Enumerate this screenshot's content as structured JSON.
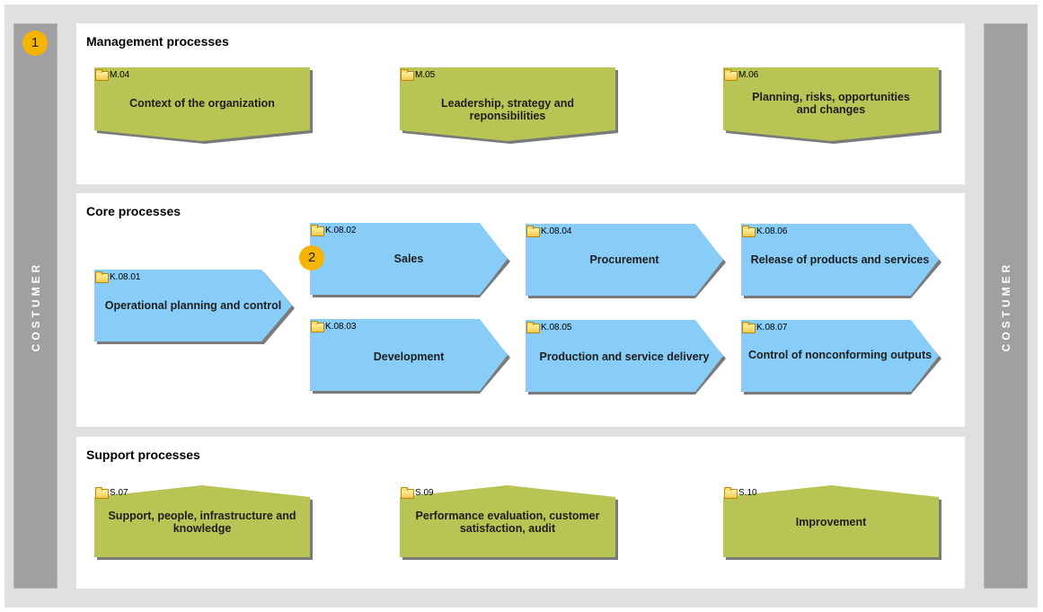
{
  "side_labels": {
    "left": "COSTUMER",
    "right": "COSTUMER"
  },
  "badges": [
    "1",
    "2"
  ],
  "colors": {
    "green": "#b8c453",
    "blue": "#87cdf8",
    "shadow": "#7a7a7a",
    "badge": "#f5b400",
    "sidebar": "#a0a0a0",
    "frame": "#e0e0e0"
  },
  "management": {
    "title": "Management processes",
    "items": [
      {
        "code": "M.04",
        "label": "Context of the organization"
      },
      {
        "code": "M.05",
        "label": "Leadership, strategy and reponsibilities"
      },
      {
        "code": "M.06",
        "label": "Planning, risks, opportunities and changes"
      }
    ]
  },
  "core": {
    "title": "Core processes",
    "items": [
      {
        "code": "K.08.01",
        "label": "Operational planning and control"
      },
      {
        "code": "K.08.02",
        "label": "Sales"
      },
      {
        "code": "K.08.03",
        "label": "Development"
      },
      {
        "code": "K.08.04",
        "label": "Procurement"
      },
      {
        "code": "K.08.05",
        "label": "Production and service delivery"
      },
      {
        "code": "K.08.06",
        "label": "Release of products and services"
      },
      {
        "code": "K.08.07",
        "label": "Control of nonconforming outputs"
      }
    ]
  },
  "support": {
    "title": "Support processes",
    "items": [
      {
        "code": "S.07",
        "label": "Support, people, infrastructure and knowledge"
      },
      {
        "code": "S.09",
        "label": "Performance evaluation, customer satisfaction, audit"
      },
      {
        "code": "S.10",
        "label": "Improvement"
      }
    ]
  }
}
